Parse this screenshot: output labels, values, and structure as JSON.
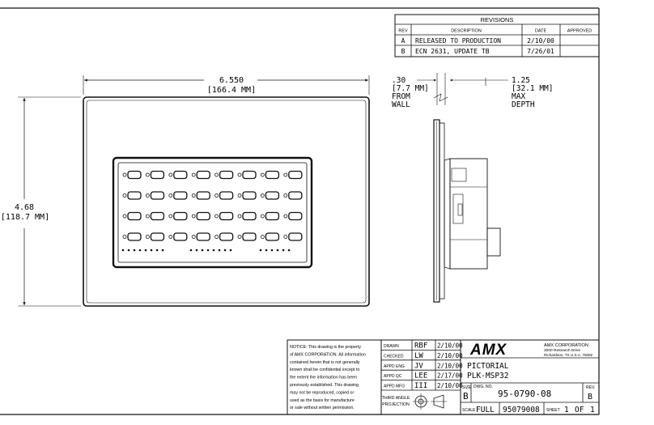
{
  "revisions": {
    "title": "REVISIONS",
    "headers": [
      "REV",
      "DESCRIPTION",
      "DATE",
      "APPROVED"
    ],
    "rows": [
      {
        "rev": "A",
        "description": "RELEASED TO PRODUCTION",
        "date": "2/10/00",
        "approved": ""
      },
      {
        "rev": "B",
        "description": "ECN 2631, UPDATE TB",
        "date": "7/26/01",
        "approved": ""
      }
    ]
  },
  "front_view": {
    "width_label": "6.550",
    "width_label_mm": "[166.4 MM]",
    "height_label": "4.68",
    "height_label_mm": "[118.7 MM]",
    "button_rows": 4,
    "buttons_per_row": 8,
    "led_groups": [
      8,
      8,
      6
    ]
  },
  "side_view": {
    "wall_label": [
      ".30",
      "[7.7 MM]",
      "FROM",
      "WALL"
    ],
    "depth_label": [
      "1.25",
      "[32.1 MM]",
      "MAX",
      "DEPTH"
    ]
  },
  "notice": [
    "NOTICE: This drawing is the property",
    "of AMX CORPORATION. All information",
    "contained herein that is not generally",
    "known shall be confidential except to",
    "the extent the information has been",
    "previously established. This drawing",
    "may not be reproduced, copied or",
    "used as the basis for manufacture",
    "or sale without written permission."
  ],
  "signoffs": [
    {
      "role": "DRAWN",
      "initials": "RBF",
      "date": "2/10/00"
    },
    {
      "role": "CHECKED",
      "initials": "LW",
      "date": "2/10/00"
    },
    {
      "role": "APPD ENG",
      "initials": "JV",
      "date": "2/10/00"
    },
    {
      "role": "APPD QC",
      "initials": "LEE",
      "date": "2/17/00"
    },
    {
      "role": "APPD MFG",
      "initials": "III",
      "date": "2/10/00"
    }
  ],
  "projection_label": [
    "THIRD ANGLE",
    "PROJECTION"
  ],
  "company": {
    "logo_text": "AMX",
    "name": "AMX CORPORATION",
    "address1": "3000 Research Drive",
    "address2": "Richardson, TX U.S.A. 75082"
  },
  "title_lines": [
    "PICTORIAL",
    "PLK-MSP32"
  ],
  "size_label": "SIZE",
  "size_value": "B",
  "dwg_no_label": "DWG. NO.",
  "dwg_no": "95-0790-08",
  "rev_label": "REV.",
  "rev_value": "B",
  "scale_label": "SCALE",
  "scale_value": "FULL",
  "file_no": "95079008",
  "sheet_label": "SHEET",
  "sheet_value": "1",
  "of_label": "OF",
  "of_value": "1"
}
